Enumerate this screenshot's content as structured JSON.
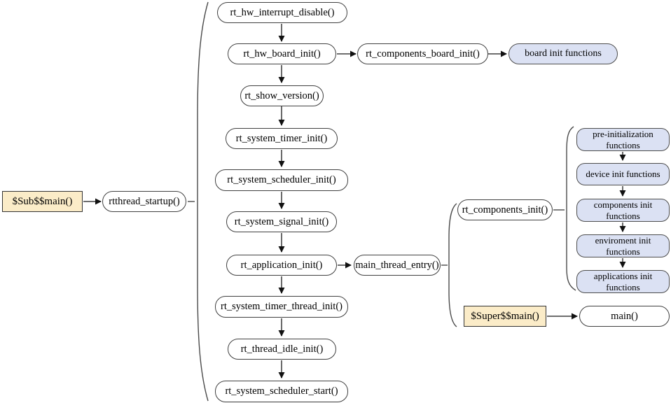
{
  "colors": {
    "canvas_bg": "#ffffff",
    "node_fill": "#ffffff",
    "node_border": "#404040",
    "accent_fill": "#dbe1f3",
    "accent_border": "#4d4d4d",
    "highlight_fill": "#fbecc8",
    "line": "#5a5a5a",
    "arrowhead": "#111111"
  },
  "entry": {
    "sub_main": "$Sub$$main()",
    "startup": "rtthread_startup()"
  },
  "startup_sequence": [
    "rt_hw_interrupt_disable()",
    "rt_hw_board_init()",
    "rt_show_version()",
    "rt_system_timer_init()",
    "rt_system_scheduler_init()",
    "rt_system_signal_init()",
    "rt_application_init()",
    "rt_system_timer_thread_init()",
    "rt_thread_idle_init()",
    "rt_system_scheduler_start()"
  ],
  "board_branch": {
    "components_board_init": "rt_components_board_init()",
    "board_init_functions": "board init functions"
  },
  "main_branch": {
    "main_thread_entry": "main_thread_entry()",
    "components_init": "rt_components_init()",
    "super_main": "$Super$$main()",
    "main": "main()"
  },
  "init_groups": [
    "pre-initialization functions",
    "device init functions",
    "components init functions",
    "enviroment init functions",
    "applications init functions"
  ]
}
